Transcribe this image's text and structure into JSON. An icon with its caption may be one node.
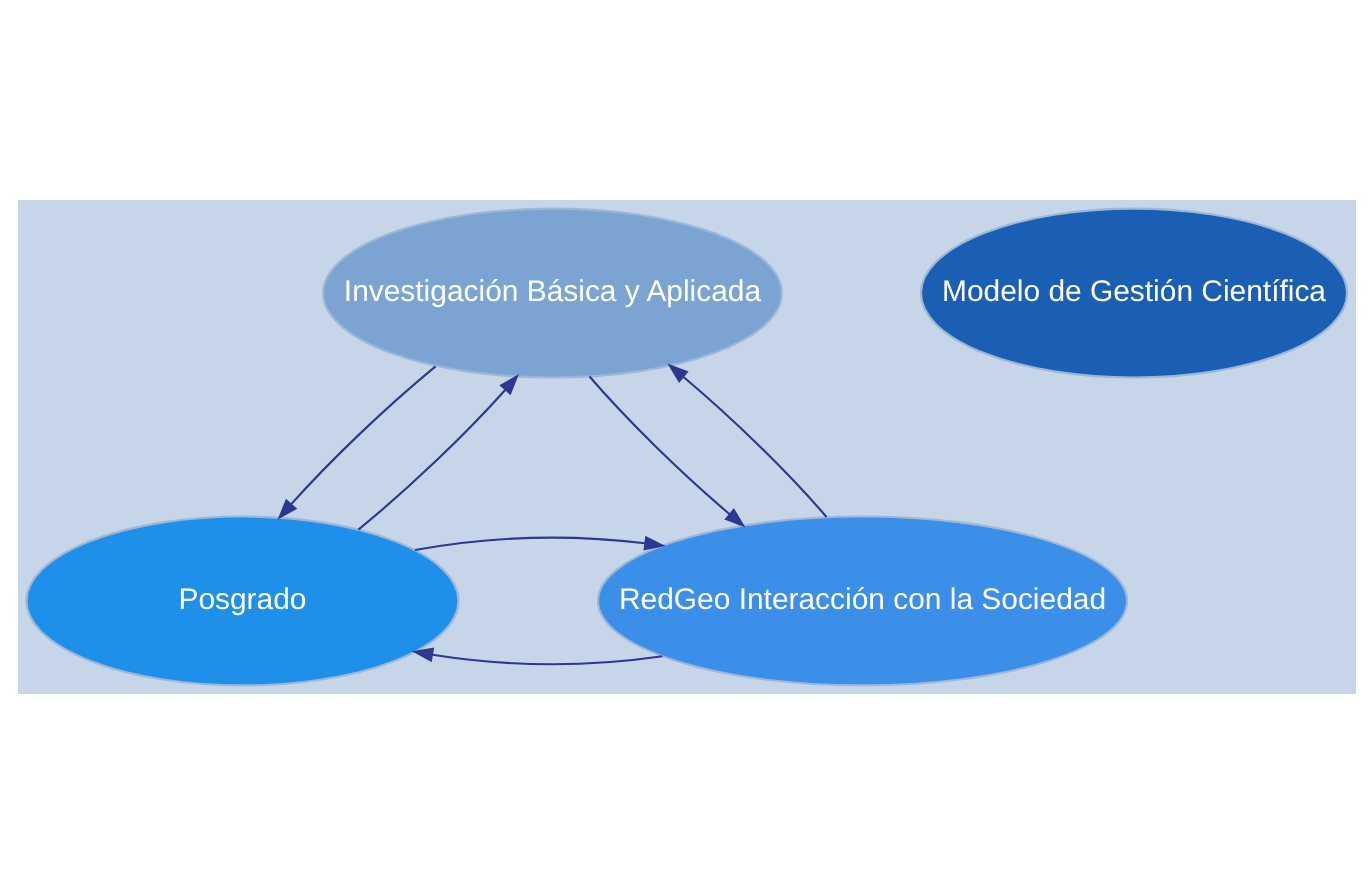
{
  "diagram": {
    "nodes": [
      {
        "text": [
          "Investigación Básica y Aplicada"
        ]
      },
      {
        "text": [
          "Modelo de Gestión Científica"
        ]
      },
      {
        "text": [
          "Posgrado"
        ]
      },
      {
        "text": [
          "RedGeo Interacción con la Sociedad"
        ]
      }
    ],
    "edges": [
      {
        "from": 0,
        "to": 2,
        "arrow": "to"
      },
      {
        "from": 2,
        "to": 0,
        "arrow": "to"
      },
      {
        "from": 0,
        "to": 3,
        "arrow": "to"
      },
      {
        "from": 3,
        "to": 0,
        "arrow": "to"
      },
      {
        "from": 3,
        "to": 2,
        "arrow": "to"
      },
      {
        "from": 2,
        "to": 3,
        "arrow": "to"
      }
    ]
  }
}
